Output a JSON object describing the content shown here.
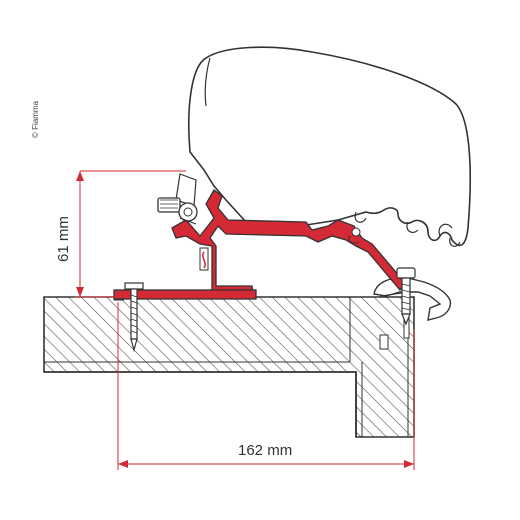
{
  "diagram": {
    "copyright": "© Fiamma",
    "height_dimension": "61 mm",
    "width_dimension": "162 mm",
    "colors": {
      "bracket": "#d42a35",
      "bracket_outline": "#333333",
      "dimension_line": "#d42a35",
      "hatch": "#555555",
      "awning": "#ffffff",
      "outline": "#333333"
    },
    "icons": [
      "awning-case-icon",
      "mounting-bracket-icon",
      "wall-rail-icon",
      "screw-icon",
      "roof-section-icon"
    ]
  }
}
